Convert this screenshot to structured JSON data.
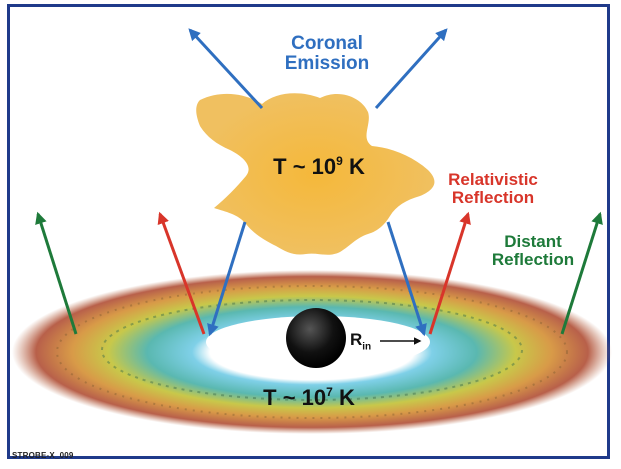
{
  "labels": {
    "coronal_line1": "Coronal",
    "coronal_line2": "Emission",
    "relativistic_line1": "Relativistic",
    "relativistic_line2": "Reflection",
    "distant_line1": "Distant",
    "distant_line2": "Reflection",
    "t_corona_prefix": "T ~ 10",
    "t_corona_exp": "9",
    "t_corona_unit": " K",
    "t_disk_prefix": "T ~ 10",
    "t_disk_exp": "7",
    "t_disk_unit": " K",
    "rin_main": "R",
    "rin_sub": "in",
    "footer": "STROBE-X_009"
  },
  "colors": {
    "frame": "#1f3a8a",
    "coronal_arrows": "#2f6fc0",
    "relativistic_arrows": "#d8352a",
    "distant_arrows": "#1e7a3a",
    "corona": "#f2b23a"
  }
}
